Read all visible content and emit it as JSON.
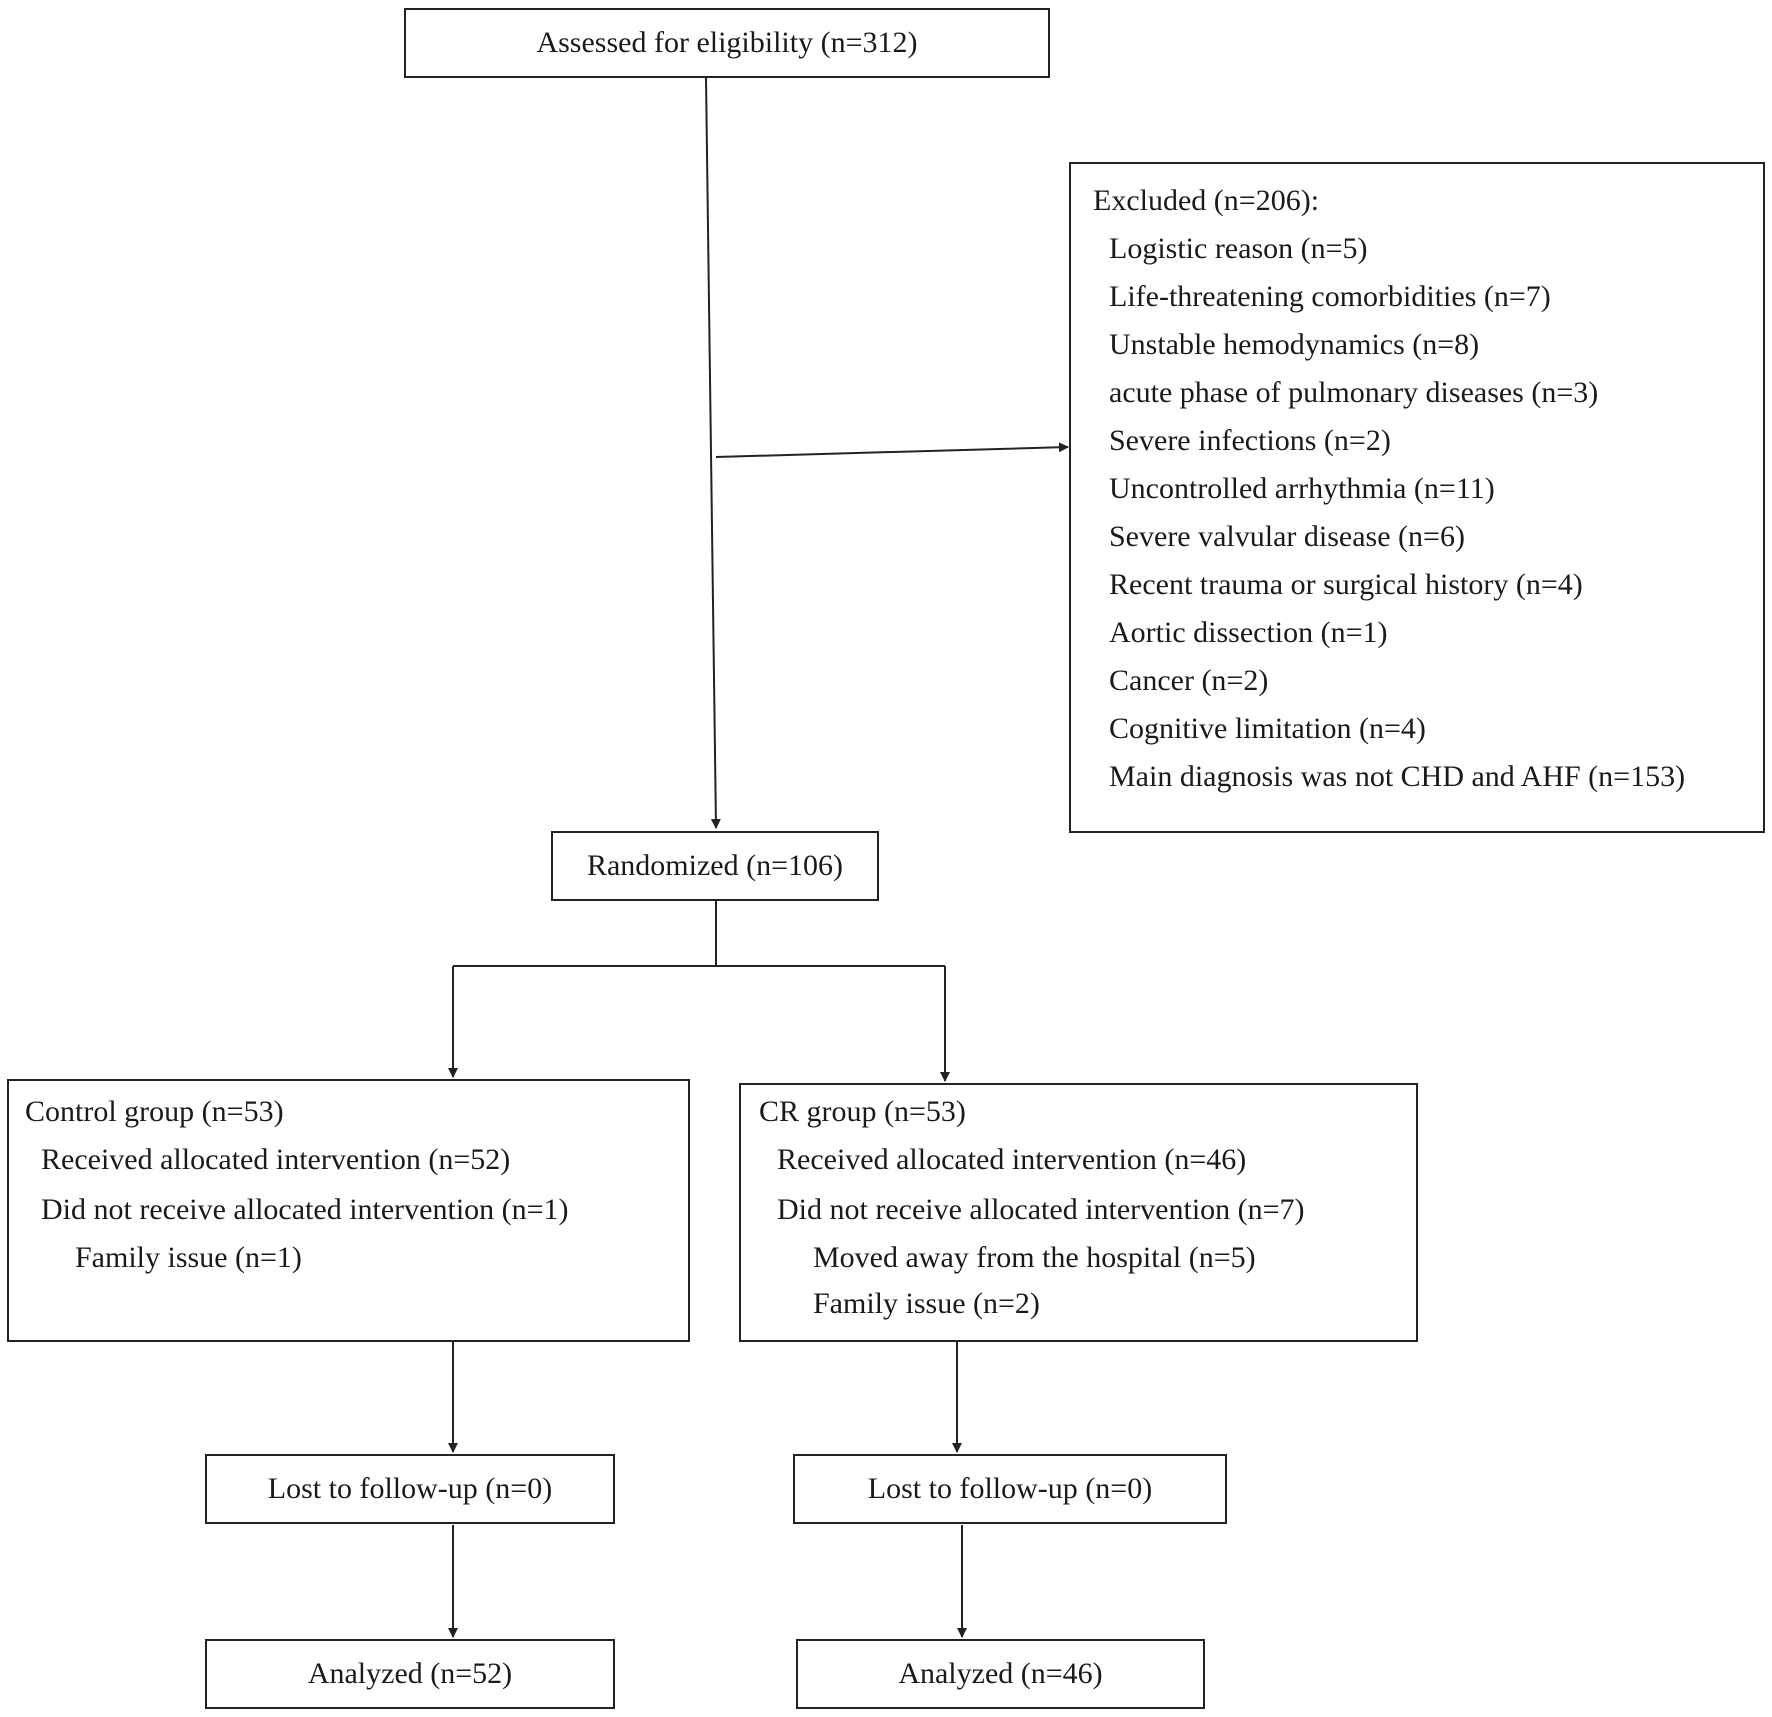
{
  "assessed": {
    "label": "Assessed for eligibility (n=312)"
  },
  "excluded": {
    "title": "Excluded (n=206):",
    "reasons": [
      "Logistic reason (n=5)",
      "Life-threatening comorbidities (n=7)",
      "Unstable hemodynamics (n=8)",
      "acute phase of pulmonary diseases (n=3)",
      "Severe infections (n=2)",
      "Uncontrolled arrhythmia (n=11)",
      "Severe valvular disease (n=6)",
      "Recent trauma or surgical history (n=4)",
      "Aortic dissection (n=1)",
      "Cancer (n=2)",
      "Cognitive limitation (n=4)",
      "Main diagnosis was not CHD and AHF (n=153)"
    ]
  },
  "randomized": {
    "label": "Randomized (n=106)"
  },
  "control": {
    "title": "Control group (n=53)",
    "received": "Received allocated intervention (n=52)",
    "not_received": "Did not receive allocated intervention (n=1)",
    "reasons": [
      "Family issue (n=1)"
    ],
    "lost": "Lost to follow-up (n=0)",
    "analyzed": "Analyzed (n=52)"
  },
  "cr": {
    "title": "CR group (n=53)",
    "received": "Received allocated intervention (n=46)",
    "not_received": "Did not receive allocated intervention (n=7)",
    "reasons": [
      "Moved away from the hospital (n=5)",
      "Family issue (n=2)"
    ],
    "lost": "Lost to follow-up (n=0)",
    "analyzed": "Analyzed (n=46)"
  }
}
